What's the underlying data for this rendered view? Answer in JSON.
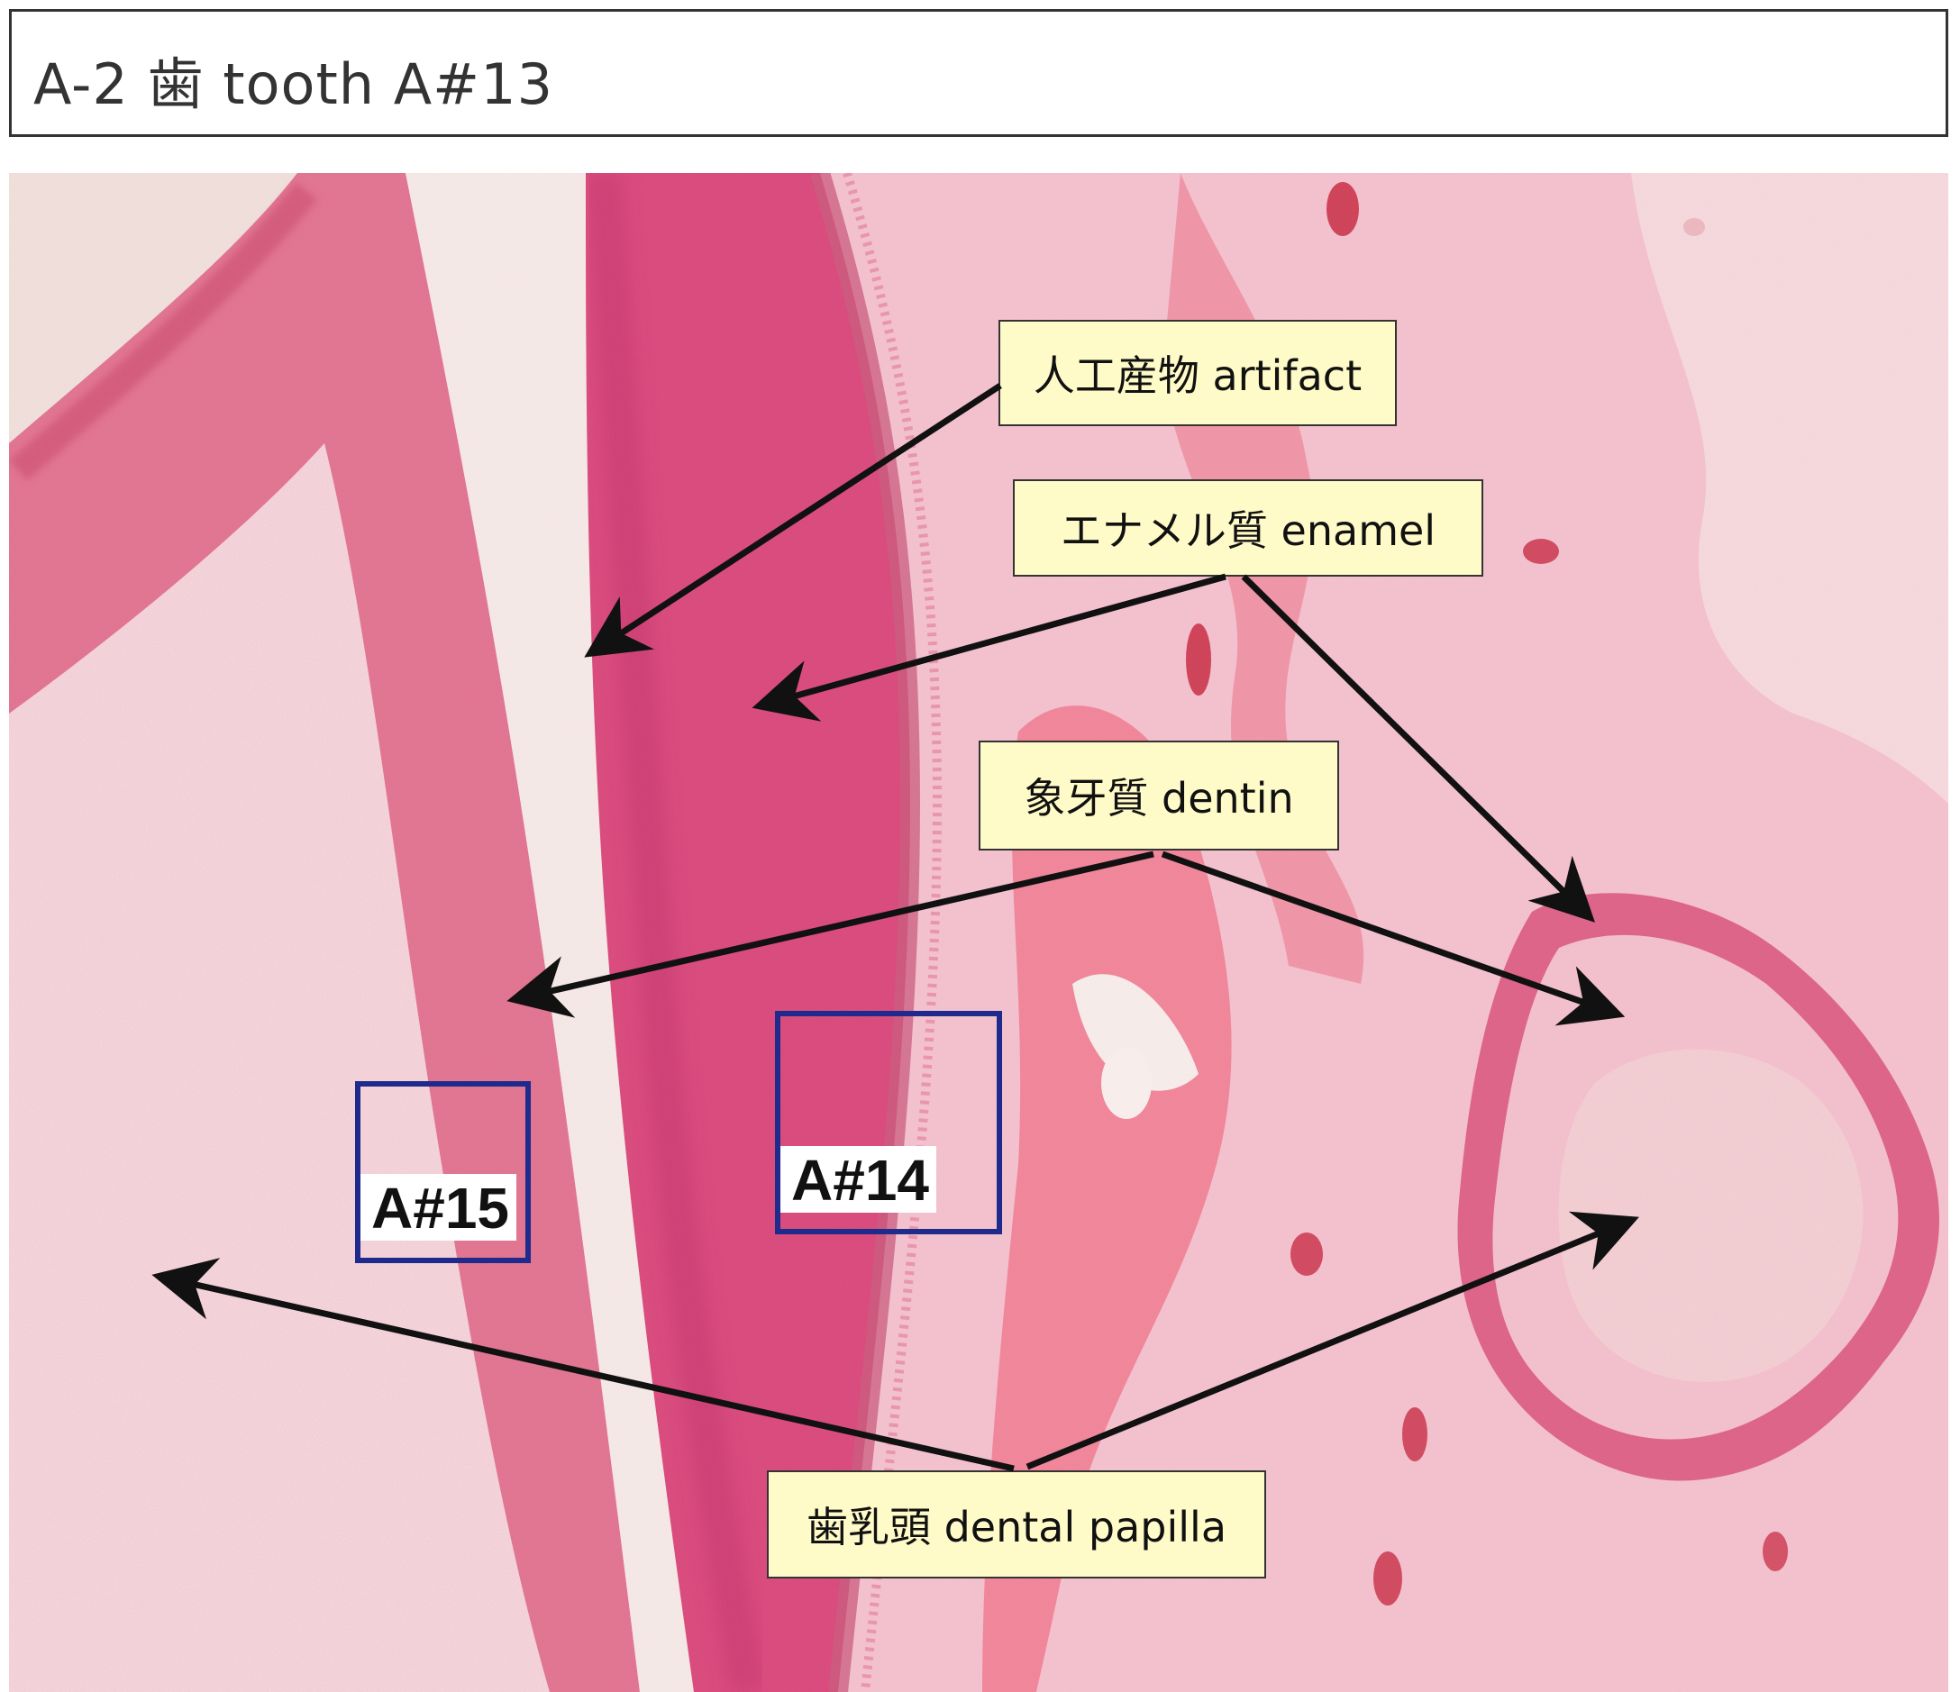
{
  "title": "A-2 歯 tooth A#13",
  "labels": {
    "artifact": "人工産物 artifact",
    "enamel": "エナメル質 enamel",
    "dentin": "象牙質 dentin",
    "dental_papilla": "歯乳頭 dental papilla"
  },
  "regions": {
    "a15": "A#15",
    "a14": "A#14"
  },
  "colors": {
    "label_fill": "#fffbc8",
    "roi_border": "#1e2a8c",
    "arrow": "#111111",
    "tissue_pink": "#f2b8c6",
    "tissue_dark": "#d9506f"
  }
}
